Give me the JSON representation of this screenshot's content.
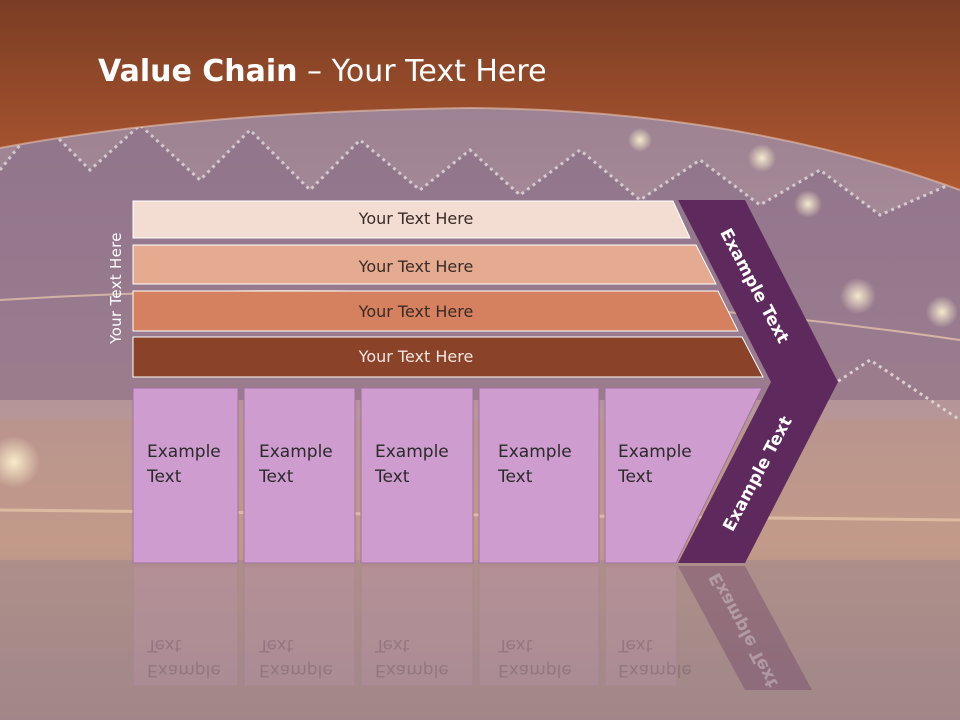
{
  "title": {
    "bold": "Value Chain",
    "rest": " – Your Text Here"
  },
  "side_label": "Your Text Here",
  "bars": [
    {
      "label": "Your Text Here",
      "fill": "#f3dcd2",
      "text_color": "#3a2a25"
    },
    {
      "label": "Your Text Here",
      "fill": "#e4ab90",
      "text_color": "#3a2a25"
    },
    {
      "label": "Your Text Here",
      "fill": "#d5805f",
      "text_color": "#3a2a25"
    },
    {
      "label": "Your Text Here",
      "fill": "#8a4228",
      "text_color": "#f4e6e0"
    }
  ],
  "boxes": [
    {
      "line1": "Example",
      "line2": "Text"
    },
    {
      "line1": "Example",
      "line2": "Text"
    },
    {
      "line1": "Example",
      "line2": "Text"
    },
    {
      "line1": "Example",
      "line2": "Text"
    },
    {
      "line1": "Example",
      "line2": "Text"
    }
  ],
  "chevron": {
    "upper_text": "Example Text",
    "lower_text": "Example Text",
    "color": "#5e2a5d"
  },
  "colors": {
    "header": "#a44e2f",
    "box_fill": "#cf9ccf",
    "box_border": "#a070a0"
  }
}
